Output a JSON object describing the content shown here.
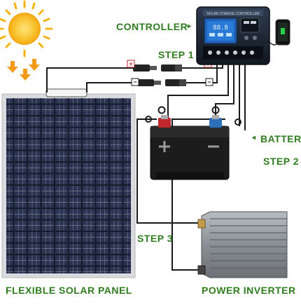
{
  "labels": {
    "controller": "CONTROLLER",
    "step1": "STEP 1",
    "battery": "BATTERY",
    "step2": "STEP 2",
    "step3": "STEP 3",
    "solar_panel": "FLEXIBLE SOLAR PANEL",
    "inverter": "POWER INVERTER"
  },
  "controller_screen": {
    "header_text": "SOLAR CHARGE CONTROLLER",
    "readout": "88.8"
  },
  "connector_signs": {
    "plus": "+",
    "minus": "−"
  },
  "colors": {
    "label_green": "#2f7d1e",
    "controller_body": "#1f2a3a",
    "controller_screen": "#2a7ad8",
    "battery_body": "#1c1c1c",
    "terminal_red": "#c0282d",
    "terminal_blue": "#2d6fb8",
    "inverter_body": "#8a8f94",
    "sun": "#f7b313",
    "arrow_orange": "#f39a1b",
    "wire": "#1a1a1a"
  }
}
